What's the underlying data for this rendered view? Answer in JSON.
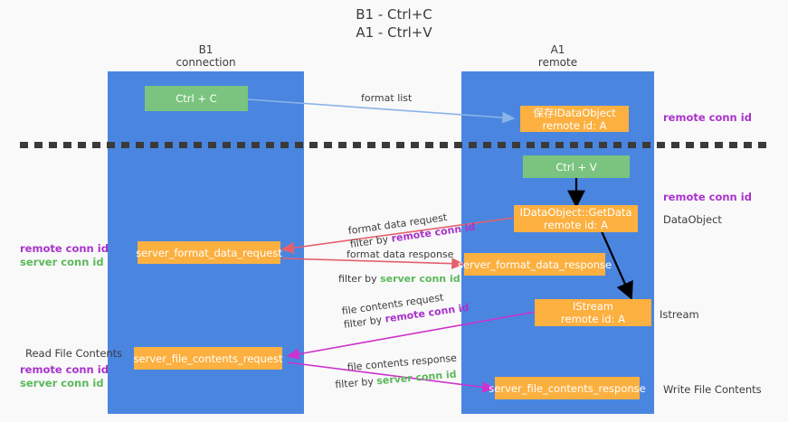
{
  "title": {
    "line1": "B1 - Ctrl+C",
    "line2": "A1 - Ctrl+V"
  },
  "lanes": [
    {
      "id": "b1",
      "name": "B1",
      "role": "connection"
    },
    {
      "id": "a1",
      "name": "A1",
      "role": "remote"
    }
  ],
  "colors": {
    "lane": "#4a86e0",
    "action": "#7ac47f",
    "object": "#fbb040",
    "remote_conn_id": "#a933cc",
    "server_conn_id": "#5cb85c",
    "format_arrow": "#e4606d",
    "file_arrow": "#cc33cc",
    "first_arrow": "#8ab4e8",
    "black_arrow": "#000000",
    "divider": "#3a3a3a"
  },
  "nodes": {
    "ctrl_c": {
      "line1": "Ctrl + C"
    },
    "save_dataobject": {
      "line1": "保存IDataObject",
      "line2": "remote id: A"
    },
    "ctrl_v": {
      "line1": "Ctrl + V"
    },
    "getdata": {
      "line1": "IDataObject::GetData",
      "line2": "remote id: A"
    },
    "server_format_data_request": {
      "line1": "server_format_data_request"
    },
    "server_format_data_response": {
      "line1": "server_format_data_response"
    },
    "istream": {
      "line1": "IStream",
      "line2": "remote id: A"
    },
    "server_file_contents_request": {
      "line1": "server_file_contents_request"
    },
    "server_file_contents_response": {
      "line1": "server_file_contents_response"
    }
  },
  "edge_labels": {
    "format_list": "format list",
    "format_data_request": "format data request",
    "format_data_request_filter_prefix": "filter by ",
    "format_data_request_filter_value": "remote conn id",
    "format_data_response": "format data response",
    "format_data_response_filter_prefix": "filter by ",
    "format_data_response_filter_value": "server conn id",
    "file_contents_request": "file contents request",
    "file_contents_request_filter_prefix": "filter by ",
    "file_contents_request_filter_value": "remote conn id",
    "file_contents_response": "file contents response",
    "file_contents_response_filter_prefix": "filter by ",
    "file_contents_response_filter_value": "server conn id"
  },
  "annotations": {
    "right_top_remote_conn_id": "remote conn id",
    "right_mid_remote_conn_id": "remote conn id",
    "right_dataobject": "DataObject",
    "right_istream": "Istream",
    "right_write_file_contents": "Write File Contents",
    "left_mid_remote_conn_id": "remote conn id",
    "left_mid_server_conn_id": "server conn id",
    "left_read_file_contents": "Read File Contents",
    "left_bot_remote_conn_id": "remote conn id",
    "left_bot_server_conn_id": "server conn id"
  }
}
